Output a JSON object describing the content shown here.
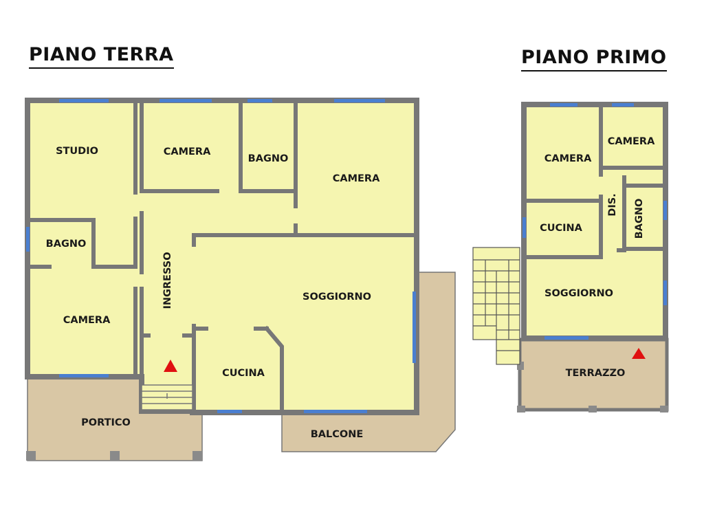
{
  "titles": {
    "ground_floor": "PIANO TERRA",
    "first_floor": "PIANO PRIMO"
  },
  "ground_floor": {
    "rooms": {
      "studio": "STUDIO",
      "camera_1": "CAMERA",
      "bagno_1": "BAGNO",
      "camera_2": "CAMERA",
      "bagno_2": "BAGNO",
      "ingresso": "INGRESSO",
      "soggiorno": "SOGGIORNO",
      "camera_3": "CAMERA",
      "cucina": "CUCINA",
      "portico": "PORTICO",
      "balcone": "BALCONE"
    }
  },
  "first_floor": {
    "rooms": {
      "camera_1": "CAMERA",
      "camera_2": "CAMERA",
      "dis": "DIS.",
      "bagno": "BAGNO",
      "cucina": "CUCINA",
      "soggiorno": "SOGGIORNO",
      "terrazzo": "TERRAZZO"
    }
  },
  "colors": {
    "room_fill": "#f5f5b0",
    "outdoor_fill": "#d9c7a5",
    "wall": "#777777",
    "window": "#4a7fd0",
    "entrance_marker": "#e01010"
  },
  "icons": {
    "entrance_marker": "red-triangle"
  }
}
